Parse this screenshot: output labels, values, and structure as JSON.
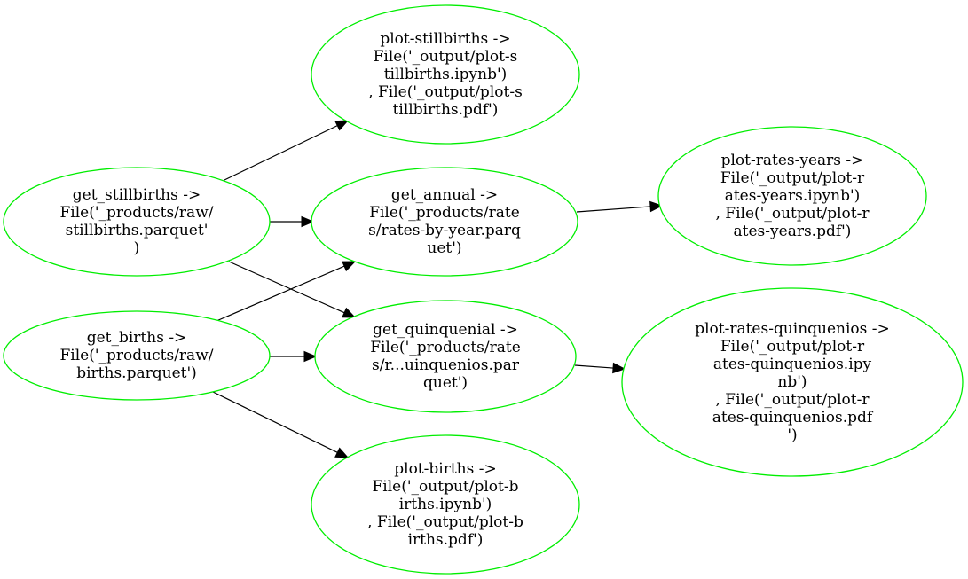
{
  "diagram": {
    "type": "directed-graph",
    "node_border_color": "#00ee00",
    "edge_color": "#000000",
    "nodes": [
      {
        "id": "plot_stillbirths",
        "lines": [
          "plot-stillbirths ->",
          "File('_output/plot-s",
          "tillbirths.ipynb')",
          ", File('_output/plot-s",
          "tillbirths.pdf')"
        ]
      },
      {
        "id": "get_stillbirths",
        "lines": [
          "get_stillbirths ->",
          "File('_products/raw/",
          "stillbirths.parquet'",
          ")"
        ]
      },
      {
        "id": "get_annual",
        "lines": [
          "get_annual ->",
          "File('_products/rate",
          "s/rates-by-year.parq",
          "uet')"
        ]
      },
      {
        "id": "plot_rates_years",
        "lines": [
          "plot-rates-years ->",
          "File('_output/plot-r",
          "ates-years.ipynb')",
          ", File('_output/plot-r",
          "ates-years.pdf')"
        ]
      },
      {
        "id": "get_births",
        "lines": [
          "get_births ->",
          "File('_products/raw/",
          "births.parquet')"
        ]
      },
      {
        "id": "get_quinquenial",
        "lines": [
          "get_quinquenial ->",
          "File('_products/rate",
          "s/r...uinquenios.par",
          "quet')"
        ]
      },
      {
        "id": "plot_rates_quinquenios",
        "lines": [
          "plot-rates-quinquenios ->",
          "File('_output/plot-r",
          "ates-quinquenios.ipy",
          "nb')",
          ", File('_output/plot-r",
          "ates-quinquenios.pdf",
          "')"
        ]
      },
      {
        "id": "plot_births",
        "lines": [
          "plot-births ->",
          "File('_output/plot-b",
          "irths.ipynb')",
          ", File('_output/plot-b",
          "irths.pdf')"
        ]
      }
    ],
    "edges": [
      {
        "from": "get_stillbirths",
        "to": "plot_stillbirths"
      },
      {
        "from": "get_stillbirths",
        "to": "get_annual"
      },
      {
        "from": "get_stillbirths",
        "to": "get_quinquenial"
      },
      {
        "from": "get_births",
        "to": "get_annual"
      },
      {
        "from": "get_births",
        "to": "get_quinquenial"
      },
      {
        "from": "get_births",
        "to": "plot_births"
      },
      {
        "from": "get_annual",
        "to": "plot_rates_years"
      },
      {
        "from": "get_quinquenial",
        "to": "plot_rates_quinquenios"
      }
    ]
  }
}
